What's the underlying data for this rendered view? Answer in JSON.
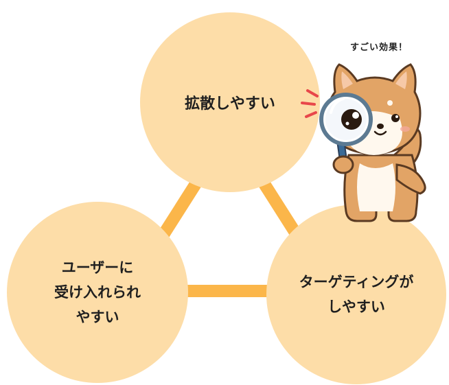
{
  "colors": {
    "circle_fill": "#fddda8",
    "connector": "#fbb64a",
    "text": "#1f1f1f",
    "accent_red": "#e8474a"
  },
  "nodes": {
    "top": {
      "label": "拡散しやすい"
    },
    "left": {
      "lines": [
        "ユーザーに",
        "受け入れられ",
        "やすい"
      ]
    },
    "right": {
      "lines": [
        "ターゲティングが",
        "しやすい"
      ]
    }
  },
  "callout": {
    "text": "すごい効果！"
  },
  "illustration": {
    "icon": "shiba-dog-magnifying-glass-icon"
  }
}
